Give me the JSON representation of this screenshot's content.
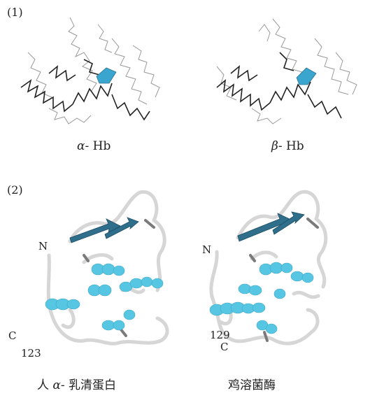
{
  "panel1": {
    "label": "(1)",
    "alpha_caption_sym": "α",
    "alpha_caption_rest": "- Hb",
    "beta_caption_sym": "β",
    "beta_caption_rest": "- Hb"
  },
  "panel2": {
    "label": "(2)",
    "left": {
      "n_label": "N",
      "c_label": "C",
      "residue_count": "123",
      "caption_pre": "人",
      "caption_sym": "α",
      "caption_rest": "- 乳清蛋白"
    },
    "right": {
      "n_label": "N",
      "c_label": "C",
      "residue_count": "129",
      "caption": "鸡溶菌酶"
    }
  },
  "colors": {
    "backbone_dark": "#222222",
    "backbone_light": "#9a9a9a",
    "heme": "#3aa6cf",
    "helix": "#57c6e3",
    "sheet": "#2f6f8c",
    "coil": "#d9d9d9"
  }
}
